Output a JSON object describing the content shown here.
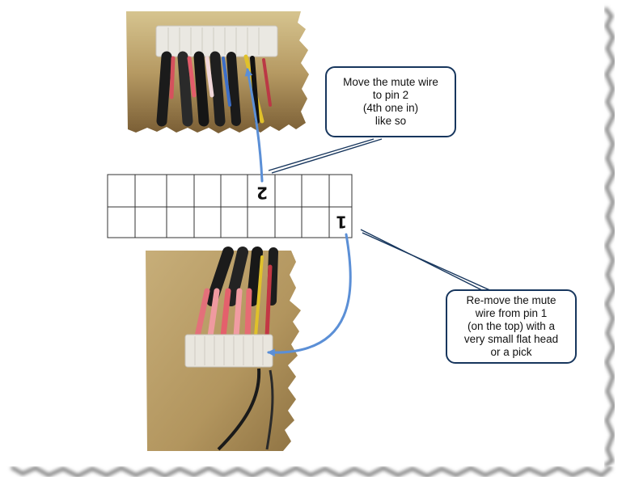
{
  "diagram": {
    "callouts": {
      "top": {
        "lines": [
          "Move the mute wire",
          "to pin 2",
          "(4th one in)",
          "like so"
        ]
      },
      "bottom": {
        "lines": [
          "Re-move the mute",
          "wire from pin 1",
          "(on the top) with a",
          "very small flat head",
          "or a pick"
        ]
      }
    },
    "pin_grid": {
      "columns": 9,
      "rows": 2,
      "labels": {
        "pin2": "2",
        "pin1": "1"
      }
    },
    "photos": {
      "top": "connector-photo-before",
      "bottom": "connector-photo-after"
    },
    "colors": {
      "arrow": "#5b8fd6",
      "callout_border": "#17365d",
      "photo_bg": "#b89a63",
      "paper_shadow": "#999999"
    }
  }
}
